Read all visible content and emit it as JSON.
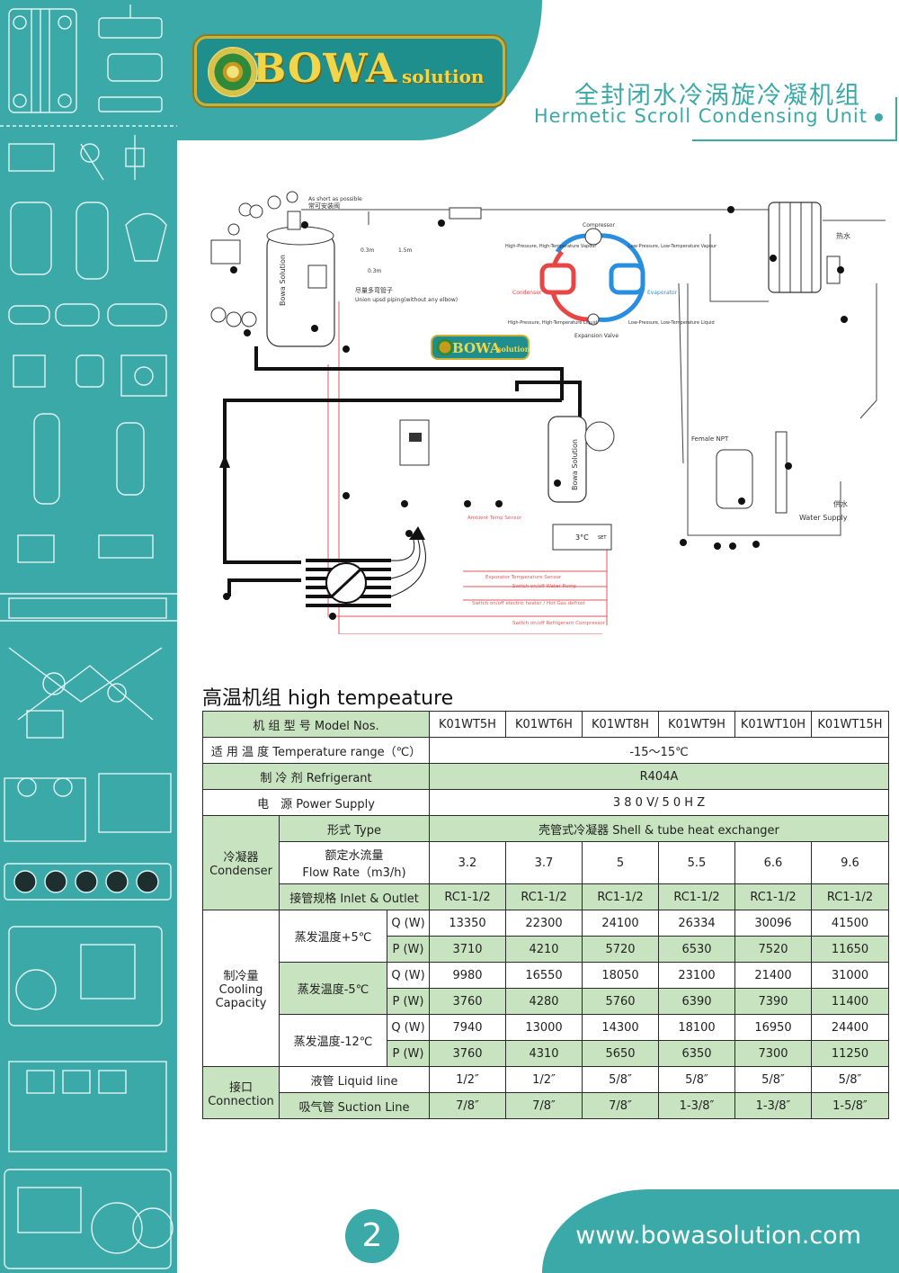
{
  "brand": {
    "name": "BOWA",
    "suffix": "solution"
  },
  "header": {
    "title_cn": "全封闭水冷涡旋冷凝机组",
    "title_en": "Hermetic Scroll Condensing Unit"
  },
  "diagram": {
    "badge_brand": "BOWA",
    "badge_suffix": "solution",
    "tank_label": "Bowa Solution",
    "tank2_label": "Bowa Solution",
    "label_valve_cn": "常可安装阀",
    "label_valve_en": "As short as possible",
    "label_piping_cn": "尽量多弯管子",
    "label_piping_en": "Union upsd piping(without any elbow)",
    "dim_1": "0.3m",
    "dim_2": "1.5m",
    "dim_3": "0.3m",
    "hot_water": "热水",
    "water_supply_cn": "供水",
    "water_supply_en": "Water Supply",
    "female_npt": "Female NPT",
    "controller_temp": "3°C",
    "controller_set": "SET",
    "ambient_sensor": "Ambient Temp Sensor",
    "evap_sensor": "Exporator Temperature Sensor",
    "switch_pump": "Switch on/off Water Pump",
    "switch_heater": "Switch on/off electric heater / Hot Gas defrost",
    "switch_compressor": "Switch on/off Refrigerant Compressor",
    "cycle": {
      "compressor": "Compressor",
      "condenser": "Condenser",
      "evaporator": "Evaporator",
      "expansion": "Expansion Valve",
      "hp_vapour": "High-Pressure, High-Temperature Vapour",
      "lp_vapour": "Low-Pressure, Low-Temperature Vapour",
      "hp_liquid": "High-Pressure, High-Temperature Liquid",
      "lp_liquid": "Low-Pressure, Low-Temperature Liquid"
    }
  },
  "section_title": {
    "cn": "高温机组",
    "en": "high tempeature"
  },
  "table": {
    "model_label": "机 组 型 号 Model Nos.",
    "models": [
      "K01WT5H",
      "K01WT6H",
      "K01WT8H",
      "K01WT9H",
      "K01WT10H",
      "K01WT15H"
    ],
    "temp_label": "适 用 温 度 Temperature range（℃）",
    "temp_value": "-15～15℃",
    "refrigerant_label": "制 冷 剂 Refrigerant",
    "refrigerant_value": "R404A",
    "power_label": "电　源 Power Supply",
    "power_value": "3 8 0 V/ 5 0 H Z",
    "condenser_label_cn": "冷凝器",
    "condenser_label_en": "Condenser",
    "type_label": "形式 Type",
    "type_value": "壳管式冷凝器 Shell & tube heat exchanger",
    "flow_label_cn": "额定水流量",
    "flow_label_en": "Flow Rate（m3/h)",
    "flow_values": [
      "3.2",
      "3.7",
      "5",
      "5.5",
      "6.6",
      "9.6"
    ],
    "inlet_label": "接管规格 Inlet & Outlet",
    "inlet_values": [
      "RC1-1/2",
      "RC1-1/2",
      "RC1-1/2",
      "RC1-1/2",
      "RC1-1/2",
      "RC1-1/2"
    ],
    "capacity_label_cn": "制冷量",
    "capacity_label_en1": "Cooling",
    "capacity_label_en2": "Capacity",
    "evap": [
      {
        "label": "蒸发温度+5℃",
        "q_label": "Q (W)",
        "q": [
          "13350",
          "22300",
          "24100",
          "26334",
          "30096",
          "41500"
        ],
        "p_label": "P (W)",
        "p": [
          "3710",
          "4210",
          "5720",
          "6530",
          "7520",
          "11650"
        ]
      },
      {
        "label": "蒸发温度-5℃",
        "q_label": "Q (W)",
        "q": [
          "9980",
          "16550",
          "18050",
          "23100",
          "21400",
          "31000"
        ],
        "p_label": "P (W)",
        "p": [
          "3760",
          "4280",
          "5760",
          "6390",
          "7390",
          "11400"
        ]
      },
      {
        "label": "蒸发温度-12℃",
        "q_label": "Q (W)",
        "q": [
          "7940",
          "13000",
          "14300",
          "18100",
          "16950",
          "24400"
        ],
        "p_label": "P (W)",
        "p": [
          "3760",
          "4310",
          "5650",
          "6350",
          "7300",
          "11250"
        ]
      }
    ],
    "connection_label_cn": "接口",
    "connection_label_en": "Connection",
    "liquid_label": "液管 Liquid line",
    "liquid_values": [
      "1/2″",
      "1/2″",
      "5/8″",
      "5/8″",
      "5/8″",
      "5/8″"
    ],
    "suction_label": "吸气管 Suction Line",
    "suction_values": [
      "7/8″",
      "7/8″",
      "7/8″",
      "1-3/8″",
      "1-3/8″",
      "1-5/8″"
    ]
  },
  "footer": {
    "page": "2",
    "url": "www.bowasolution.com"
  },
  "colors": {
    "teal": "#3aa9a8",
    "table_green": "#c8e3bf",
    "logo_gold": "#f2d64a"
  }
}
